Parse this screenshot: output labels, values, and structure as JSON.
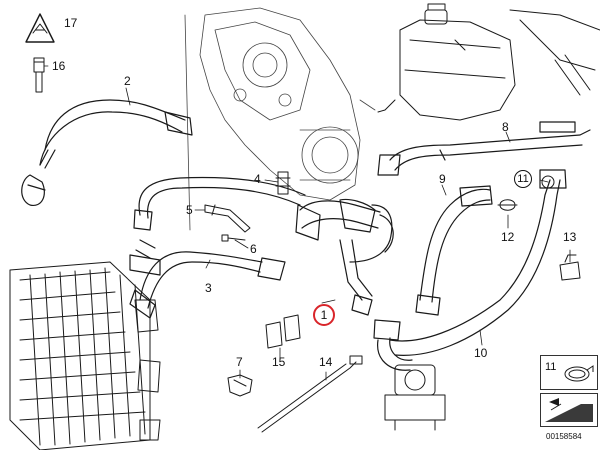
{
  "labels": {
    "l1": "1",
    "l2": "2",
    "l3": "3",
    "l4": "4",
    "l5": "5",
    "l6": "6",
    "l7": "7",
    "l8": "8",
    "l9": "9",
    "l10": "10",
    "l11": "11",
    "l12": "12",
    "l13": "13",
    "l14": "14",
    "l15": "15",
    "l16": "16",
    "l17": "17"
  },
  "inset": {
    "number": "11"
  },
  "doc_id": "00158584",
  "colors": {
    "line": "#1a1a1a",
    "highlight": "#d9252a",
    "inset_fill": "#3a3a3a"
  }
}
